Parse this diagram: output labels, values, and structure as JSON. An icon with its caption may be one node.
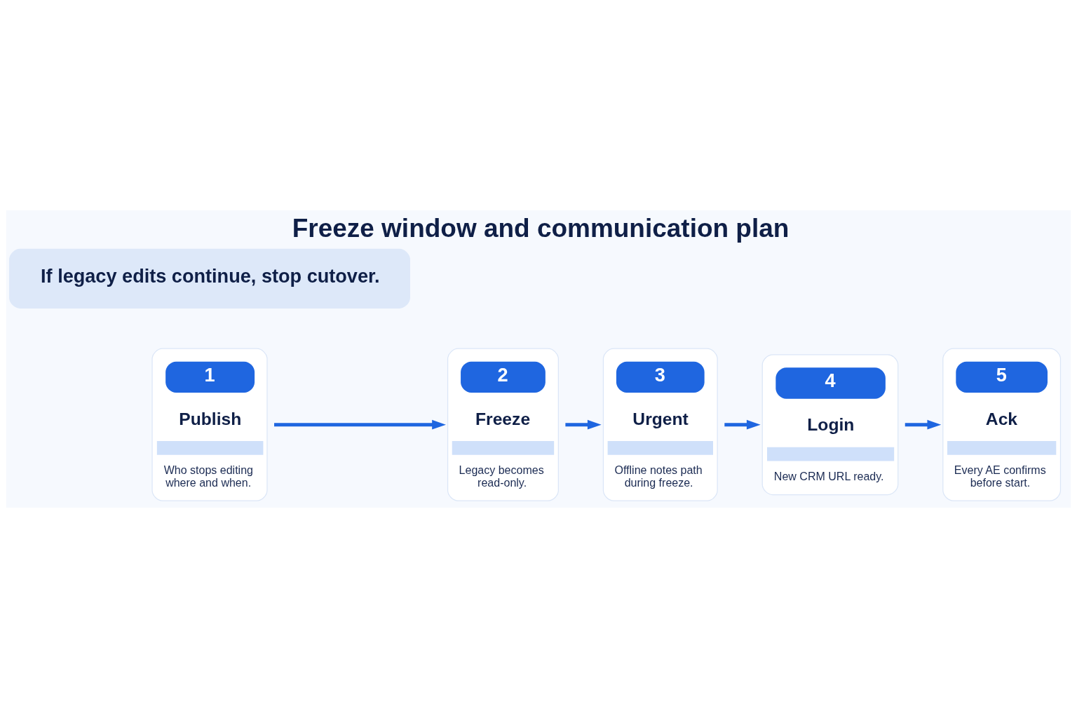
{
  "diagram": {
    "title": "Freeze window and communication plan",
    "nodes": [
      {
        "text": [
          "1",
          "Publish",
          "Who stops editing where and when."
        ]
      },
      {
        "text": [
          "2",
          "Freeze",
          "Legacy becomes read-only."
        ]
      },
      {
        "text": [
          "3",
          "Urgent",
          "Offline notes path during freeze."
        ]
      },
      {
        "text": [
          "4",
          "Login",
          "New CRM URL ready."
        ]
      },
      {
        "text": [
          "5",
          "Ack",
          "Every AE confirms before start."
        ]
      },
      {
        "text": [
          "If legacy edits continue, stop cutover."
        ]
      }
    ],
    "edges": [
      {
        "from": 0,
        "to": 1,
        "arrow": "to"
      },
      {
        "from": 1,
        "to": 2,
        "arrow": "to"
      },
      {
        "from": 2,
        "to": 3,
        "arrow": "to"
      },
      {
        "from": 3,
        "to": 4,
        "arrow": "to"
      }
    ]
  }
}
